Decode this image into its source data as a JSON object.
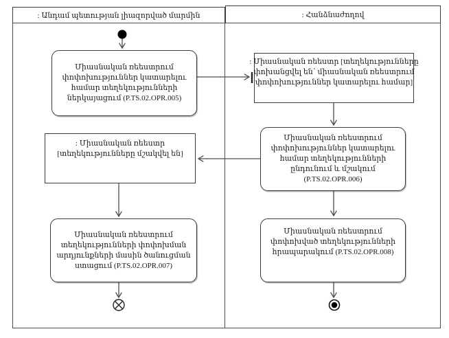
{
  "diagram": {
    "lanes": [
      {
        "title": ": Անդամ պետության լիազորված մարմին"
      },
      {
        "title": ": Հանձնաժողով"
      }
    ],
    "nodes": {
      "opr005": {
        "lines": [
          "Միասնական ռեեստրում",
          "փոփոխություններ կատարելու",
          "համար տեղեկությունների",
          "ներկայացում (P.TS.02.OPR.005)"
        ]
      },
      "reg_transferred": {
        "lines": [
          ": Միասնական ռեեստր [տեղեկությունները",
          "փոխանցվել են՝ միասնական ռեեստրում",
          "փոփոխություններ կատարելու համար]"
        ]
      },
      "opr006": {
        "lines": [
          "Միասնական ռեեստրում",
          "փոփոխություններ կատարելու",
          "համար տեղեկությունների",
          "ընդունում և մշակում",
          "(P.TS.02.OPR.006)"
        ]
      },
      "reg_processed": {
        "lines": [
          ": Միասնական ռեեստր",
          "[տեղեկությունները մշակվել են]"
        ]
      },
      "opr007": {
        "lines": [
          "Միասնական ռեեստրում",
          "տեղեկությունների փոփոխման",
          "արդյունքների մասին ծանուցման",
          "ստացում (P.TS.02.OPR.007)"
        ]
      },
      "opr008": {
        "lines": [
          "Միասնական ռեեստրում",
          "փոփոխված տեղեկությունների",
          "հրապարակում (P.TS.02.OPR.008)"
        ]
      }
    },
    "colors": {
      "line": "#4a4a4a",
      "border": "#3c3c3c",
      "node_fill": "#000000",
      "background": "#ffffff"
    }
  }
}
